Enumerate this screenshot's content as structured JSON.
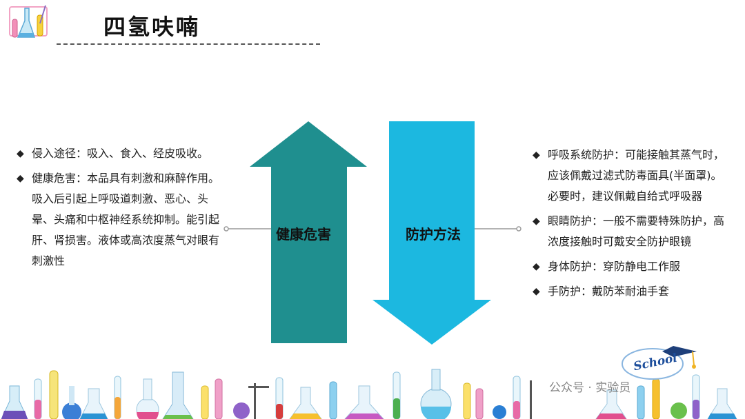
{
  "title": "四氢呋喃",
  "arrows": {
    "left_label": "健康危害",
    "right_label": "防护方法",
    "up_color": "#1f8f8f",
    "down_color": "#1cb8e0"
  },
  "left_items": [
    "侵入途径：吸入、食入、经皮吸收。",
    "健康危害：本品具有刺激和麻醉作用。吸入后引起上呼吸道刺激、恶心、头晕、头痛和中枢神经系统抑制。能引起肝、肾损害。液体或高浓度蒸气对眼有刺激性"
  ],
  "right_items": [
    "呼吸系统防护：可能接触其蒸气时，应该佩戴过滤式防毒面具(半面罩)。必要时，建议佩戴自给式呼吸器",
    "眼睛防护：一般不需要特殊防护，高浓度接触时可戴安全防护眼镜",
    "身体防护：穿防静电工作服",
    "手防护：戴防苯耐油手套"
  ],
  "bullet": "◆",
  "watermark": "公众号 · 实验员",
  "school_badge": "School"
}
